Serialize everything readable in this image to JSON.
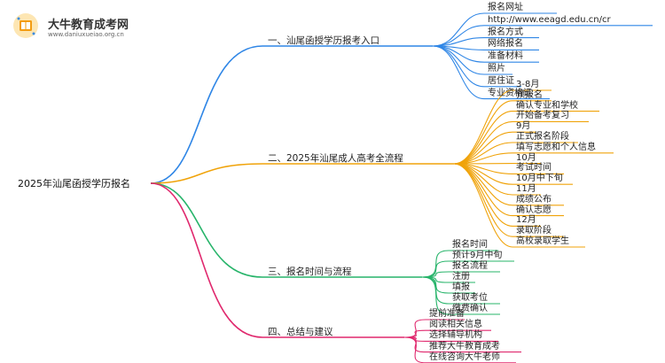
{
  "logo": {
    "title": "大牛教育成考网",
    "url": "www.daniuxueiao.org.cn"
  },
  "root": "2025年汕尾函授学历报名",
  "branches": [
    {
      "label": "一、汕尾函授学历报考入口",
      "color": "#2f86e6",
      "items": [
        "报名网址",
        "http://www.eeagd.edu.cn/cr",
        "报名方式",
        "网络报名",
        "准备材料",
        "照片",
        "居住证",
        "专业资格证"
      ]
    },
    {
      "label": "二、2025年汕尾成人高考全流程",
      "color": "#f0a30a",
      "items": [
        "3-8月",
        "预报名",
        "确认专业和学校",
        "开始备考复习",
        "9月",
        "正式报名阶段",
        "填写志愿和个人信息",
        "10月",
        "考试时间",
        "10月中下旬",
        "11月",
        "成绩公布",
        "确认志愿",
        "12月",
        "录取阶段",
        "高校录取学生"
      ]
    },
    {
      "label": "三、报名时间与流程",
      "color": "#27b46a",
      "items": [
        "报名时间",
        "预计9月中旬",
        "报名流程",
        "注册",
        "填报",
        "获取考位",
        "缴费确认"
      ]
    },
    {
      "label": "四、总结与建议",
      "color": "#e0296e",
      "items": [
        "提前准备",
        "阅读相关信息",
        "选择辅导机构",
        "推荐大牛教育成考",
        "在线咨询大牛老师"
      ]
    }
  ]
}
